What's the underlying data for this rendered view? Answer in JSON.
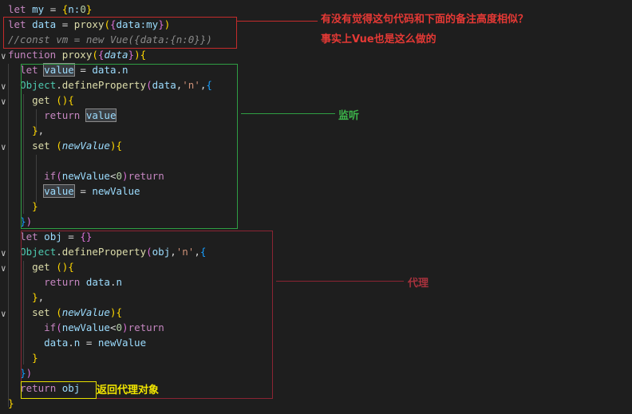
{
  "code_lines": [
    [
      [
        "let ",
        "kw"
      ],
      [
        "my",
        "var"
      ],
      [
        " = ",
        ""
      ],
      [
        "{",
        "p1"
      ],
      [
        "n:",
        "var"
      ],
      [
        "0",
        "num"
      ],
      [
        "}",
        "p1"
      ]
    ],
    [
      [
        "let ",
        "kw"
      ],
      [
        "data",
        "var"
      ],
      [
        " = ",
        ""
      ],
      [
        "proxy",
        "fn"
      ],
      [
        "(",
        "p1"
      ],
      [
        "{",
        "p2"
      ],
      [
        "data:",
        "var"
      ],
      [
        "my",
        "var"
      ],
      [
        "}",
        "p2"
      ],
      [
        ")",
        "p1"
      ]
    ],
    [
      [
        "//const vm = new Vue({data:{n:0}})",
        "cmt"
      ]
    ],
    [
      [
        "function ",
        "kw"
      ],
      [
        "proxy",
        "fn"
      ],
      [
        "(",
        "p1"
      ],
      [
        "{",
        "p2"
      ],
      [
        "data",
        "param"
      ],
      [
        "}",
        "p2"
      ],
      [
        ")",
        "p1"
      ],
      [
        "{",
        "p1"
      ]
    ],
    [
      [
        "  ",
        ""
      ],
      [
        "let ",
        "kw"
      ],
      [
        "value",
        "var hl"
      ],
      [
        " = ",
        ""
      ],
      [
        "data",
        "var"
      ],
      [
        ".",
        ""
      ],
      [
        "n",
        "var"
      ]
    ],
    [
      [
        "  ",
        ""
      ],
      [
        "Object",
        "obj"
      ],
      [
        ".",
        ""
      ],
      [
        "defineProperty",
        "fn"
      ],
      [
        "(",
        "p2"
      ],
      [
        "data",
        "var"
      ],
      [
        ",",
        ""
      ],
      [
        "'n'",
        "str"
      ],
      [
        ",",
        ""
      ],
      [
        "{",
        "p3"
      ]
    ],
    [
      [
        "    ",
        ""
      ],
      [
        "get ",
        "fn"
      ],
      [
        "()",
        "p1"
      ],
      [
        "{",
        "p1"
      ]
    ],
    [
      [
        "      ",
        ""
      ],
      [
        "return ",
        "kw"
      ],
      [
        "value",
        "var hl"
      ]
    ],
    [
      [
        "    ",
        ""
      ],
      [
        "}",
        "p1"
      ],
      [
        ",",
        ""
      ]
    ],
    [
      [
        "    ",
        ""
      ],
      [
        "set ",
        "fn"
      ],
      [
        "(",
        "p1"
      ],
      [
        "newValue",
        "param"
      ],
      [
        ")",
        "p1"
      ],
      [
        "{",
        "p1"
      ]
    ],
    [
      [
        "",
        ""
      ]
    ],
    [
      [
        "      ",
        ""
      ],
      [
        "if",
        "kw"
      ],
      [
        "(",
        "p2"
      ],
      [
        "newValue",
        "var"
      ],
      [
        "<",
        ""
      ],
      [
        "0",
        "num"
      ],
      [
        ")",
        "p2"
      ],
      [
        "return",
        "kw"
      ]
    ],
    [
      [
        "      ",
        ""
      ],
      [
        "value",
        "var hl"
      ],
      [
        " = ",
        ""
      ],
      [
        "newValue",
        "var"
      ]
    ],
    [
      [
        "    ",
        ""
      ],
      [
        "}",
        "p1"
      ]
    ],
    [
      [
        "  ",
        ""
      ],
      [
        "}",
        "p3"
      ],
      [
        ")",
        "p2"
      ]
    ],
    [
      [
        "  ",
        ""
      ],
      [
        "let ",
        "kw"
      ],
      [
        "obj",
        "var"
      ],
      [
        " = ",
        ""
      ],
      [
        "{}",
        "p2"
      ]
    ],
    [
      [
        "  ",
        ""
      ],
      [
        "Object",
        "obj"
      ],
      [
        ".",
        ""
      ],
      [
        "defineProperty",
        "fn"
      ],
      [
        "(",
        "p2"
      ],
      [
        "obj",
        "var"
      ],
      [
        ",",
        ""
      ],
      [
        "'n'",
        "str"
      ],
      [
        ",",
        ""
      ],
      [
        "{",
        "p3"
      ]
    ],
    [
      [
        "    ",
        ""
      ],
      [
        "get ",
        "fn"
      ],
      [
        "()",
        "p1"
      ],
      [
        "{",
        "p1"
      ]
    ],
    [
      [
        "      ",
        ""
      ],
      [
        "return ",
        "kw"
      ],
      [
        "data",
        "var"
      ],
      [
        ".",
        ""
      ],
      [
        "n",
        "var"
      ]
    ],
    [
      [
        "    ",
        ""
      ],
      [
        "}",
        "p1"
      ],
      [
        ",",
        ""
      ]
    ],
    [
      [
        "    ",
        ""
      ],
      [
        "set ",
        "fn"
      ],
      [
        "(",
        "p1"
      ],
      [
        "newValue",
        "param"
      ],
      [
        ")",
        "p1"
      ],
      [
        "{",
        "p1"
      ]
    ],
    [
      [
        "      ",
        ""
      ],
      [
        "if",
        "kw"
      ],
      [
        "(",
        "p2"
      ],
      [
        "newValue",
        "var"
      ],
      [
        "<",
        ""
      ],
      [
        "0",
        "num"
      ],
      [
        ")",
        "p2"
      ],
      [
        "return",
        "kw"
      ]
    ],
    [
      [
        "      ",
        ""
      ],
      [
        "data",
        "var"
      ],
      [
        ".",
        ""
      ],
      [
        "n",
        "var"
      ],
      [
        " = ",
        ""
      ],
      [
        "newValue",
        "var"
      ]
    ],
    [
      [
        "    ",
        ""
      ],
      [
        "}",
        "p1"
      ]
    ],
    [
      [
        "  ",
        ""
      ],
      [
        "}",
        "p3"
      ],
      [
        ")",
        "p2"
      ]
    ],
    [
      [
        "  ",
        ""
      ],
      [
        "return ",
        "kw"
      ],
      [
        "obj",
        "var"
      ]
    ],
    [
      [
        "}",
        "p1"
      ]
    ]
  ],
  "annotations": {
    "top_note_line1": "有没有觉得这句代码和下面的备注高度相似？",
    "top_note_line2": "事实上Vue也是这么做的",
    "listen_note": "监听",
    "proxy_note": "代理",
    "return_note": "返回代理对象"
  },
  "colors": {
    "red_box": "#c42b2b",
    "green_box": "#2f9e44",
    "darkred_box": "#8b2433",
    "yellow_box": "#e8e000"
  }
}
